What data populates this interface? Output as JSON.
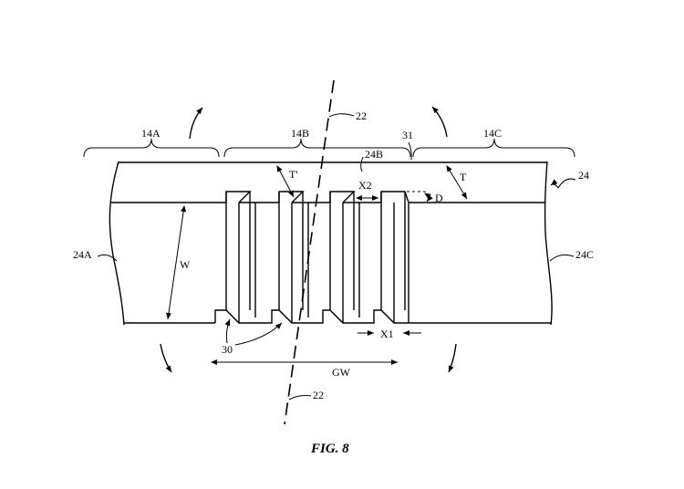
{
  "figure": {
    "caption": "FIG. 8",
    "labels": {
      "region_a": "14A",
      "region_b": "14B",
      "region_c": "14C",
      "axis_top": "22",
      "axis_bottom": "22",
      "seam": "31",
      "body": "24",
      "body_a": "24A",
      "body_b": "24B",
      "body_c": "24C",
      "width": "W",
      "thickness": "T",
      "thickness_prime": "T'",
      "x1": "X1",
      "x2": "X2",
      "depth": "D",
      "groove_width": "GW",
      "grooves": "30"
    }
  }
}
